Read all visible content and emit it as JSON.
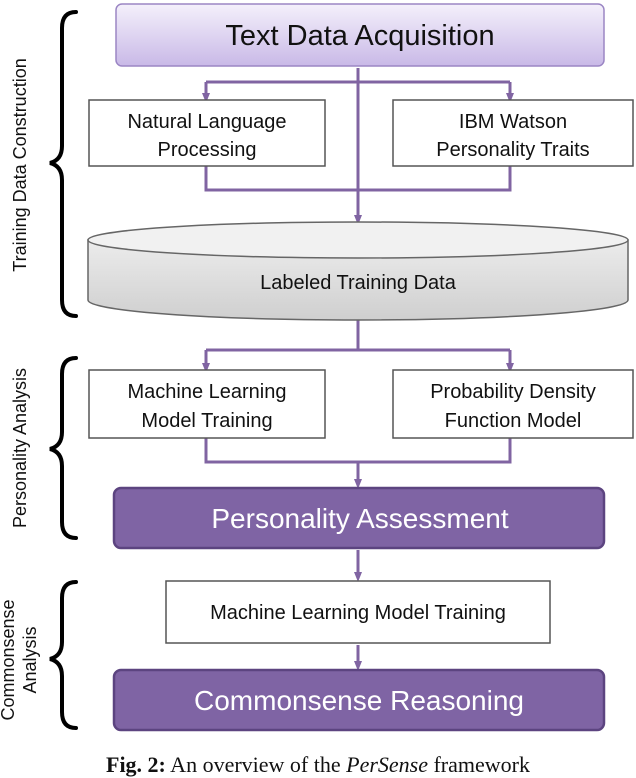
{
  "nodes": {
    "text_data_acquisition": "Text Data Acquisition",
    "nlp": [
      "Natural Language",
      "Processing"
    ],
    "ibm_watson": [
      "IBM Watson",
      "Personality Traits"
    ],
    "labeled_training_data": "Labeled Training Data",
    "ml_model_training": [
      "Machine Learning",
      "Model Training"
    ],
    "pdf_model": [
      "Probability Density",
      "Function Model"
    ],
    "personality_assessment": "Personality Assessment",
    "ml_model_training_2": "Machine Learning Model Training",
    "commonsense_reasoning": "Commonsense Reasoning"
  },
  "sections": {
    "training_data_construction": "Training Data Construction",
    "personality_analysis": "Personality Analysis",
    "commonsense_analysis": [
      "Commonsense",
      "Analysis"
    ]
  },
  "caption": {
    "label": "Fig. 2:",
    "pre": " An overview of the ",
    "name": "PerSense",
    "post": " framework"
  },
  "colors": {
    "arrow": "#8064a2",
    "purple_box": "#7f64a4",
    "purple_border": "#5c4480",
    "light_purple_top": "#f3eefb",
    "light_purple_bottom": "#c8b8e6",
    "cylinder_top": "#f2f2f2",
    "cylinder_side": "#d3d3d3"
  }
}
